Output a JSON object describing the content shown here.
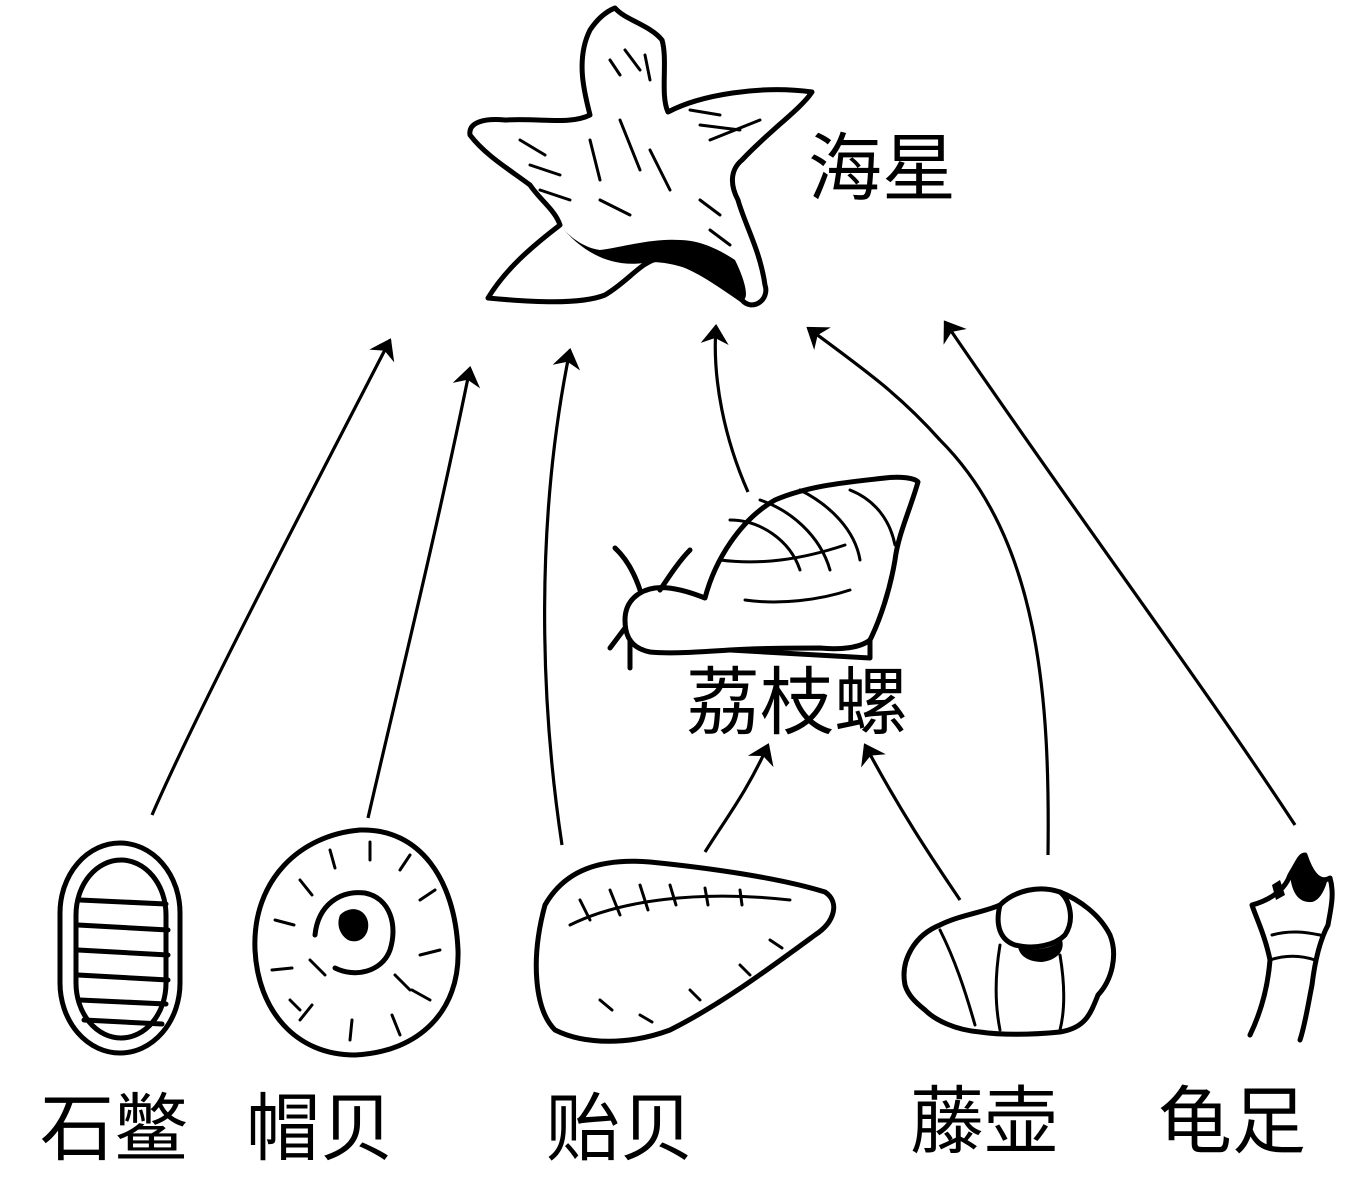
{
  "organisms": {
    "starfish": "海星",
    "whelk": "荔枝螺",
    "chiton": "石鳖",
    "limpet": "帽贝",
    "mussel": "贻贝",
    "barnacle": "藤壶",
    "gooseneck": "龟足"
  },
  "colors": {
    "ink": "#000000",
    "background": "#ffffff"
  }
}
